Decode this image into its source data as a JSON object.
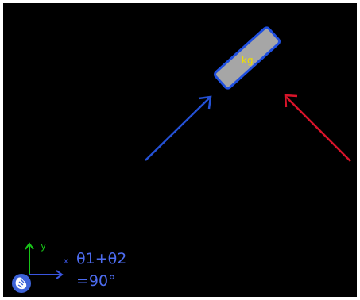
{
  "scene": {
    "background_color": "#000000",
    "frame_color": "#ffffff"
  },
  "mass_block": {
    "label": "kg",
    "fill_color": "#a6a6a6",
    "border_color": "#1f4fe0",
    "label_color": "#f0e000"
  },
  "arrows": {
    "blue_arrow_color": "#2451d6",
    "red_arrow_color": "#d8142a"
  },
  "axes_legend": {
    "y_label": "y",
    "x_label": "x",
    "y_axis_color": "#18c418",
    "x_axis_color": "#3a55e0"
  },
  "formula": {
    "line1": "θ1+θ2",
    "line2": "=90°",
    "color": "#4d6cf0"
  },
  "compass_icon": {
    "name": "globe-hand-icon",
    "color": "#3d63d8"
  }
}
